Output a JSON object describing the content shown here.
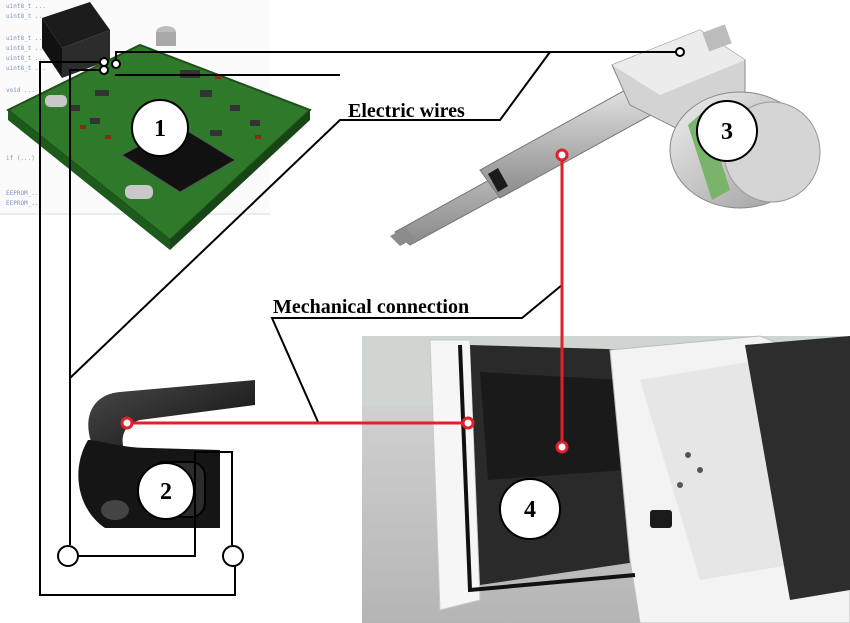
{
  "labels": {
    "electric_wires": "Electric wires",
    "mechanical_connection": "Mechanical connection"
  },
  "components": [
    {
      "number": "1",
      "name": "Control circuit board"
    },
    {
      "number": "2",
      "name": "Rubber door seal profile"
    },
    {
      "number": "3",
      "name": "Linear electric actuator"
    },
    {
      "number": "4",
      "name": "Car door"
    }
  ],
  "colors": {
    "wire": "#000000",
    "mechanical_link": "#e0202a",
    "pcb": "#2f7a2a",
    "seal": "#1a1a1a",
    "car_body": "#f4f4f4"
  }
}
